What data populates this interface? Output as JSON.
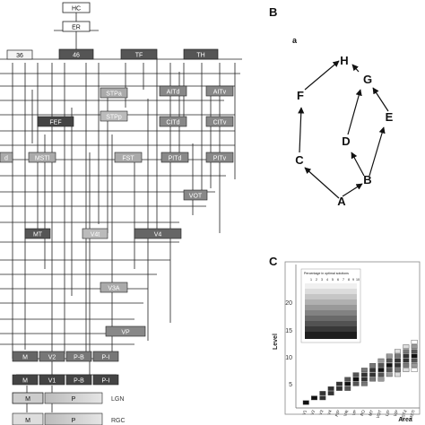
{
  "panel_labels": {
    "b": "B",
    "b_sub": "a",
    "c": "C"
  },
  "hierarchy": {
    "top_nodes": [
      "HC",
      "ER"
    ],
    "row1": [
      "36",
      "46",
      "TF",
      "TH"
    ],
    "mid_nodes": [
      "STPa",
      "STPp",
      "AITd",
      "AITv",
      "CITd",
      "CITv",
      "FEF",
      "MSTl",
      "FST",
      "PITd",
      "PITv",
      "VOT",
      "d",
      "MT",
      "V4t",
      "V4",
      "V3A",
      "VP"
    ],
    "low_row": [
      "M",
      "V2",
      "P-B",
      "P-I",
      "M",
      "V1",
      "P-B",
      "P-I"
    ],
    "lgn": {
      "m": "M",
      "p": "P",
      "label": "LGN"
    },
    "rgc": {
      "m": "M",
      "p": "P",
      "label": "RGC"
    }
  },
  "graph": {
    "nodes": [
      "H",
      "G",
      "F",
      "E",
      "D",
      "C",
      "B",
      "A"
    ],
    "edges": [
      [
        "A",
        "B"
      ],
      [
        "A",
        "C"
      ],
      [
        "B",
        "D"
      ],
      [
        "B",
        "E"
      ],
      [
        "D",
        "G"
      ],
      [
        "E",
        "G"
      ],
      [
        "C",
        "F"
      ],
      [
        "F",
        "H"
      ],
      [
        "G",
        "H"
      ]
    ]
  },
  "matrix": {
    "inset_title": "Percentage in optimal solutions",
    "inset_scale": [
      "1",
      "2",
      "3",
      "4",
      "5",
      "6",
      "7",
      "8",
      "9",
      "10"
    ],
    "ylabel": "Level",
    "xlabel": "Area",
    "y_ticks": [
      "5",
      "10",
      "15",
      "20"
    ],
    "x_ticks": [
      "V1",
      "V2",
      "V3",
      "V4",
      "PIP",
      "V4t",
      "VP",
      "PO",
      "MT",
      "VOT",
      "LIP",
      "VIP",
      "MSTd",
      "MSTl"
    ]
  }
}
